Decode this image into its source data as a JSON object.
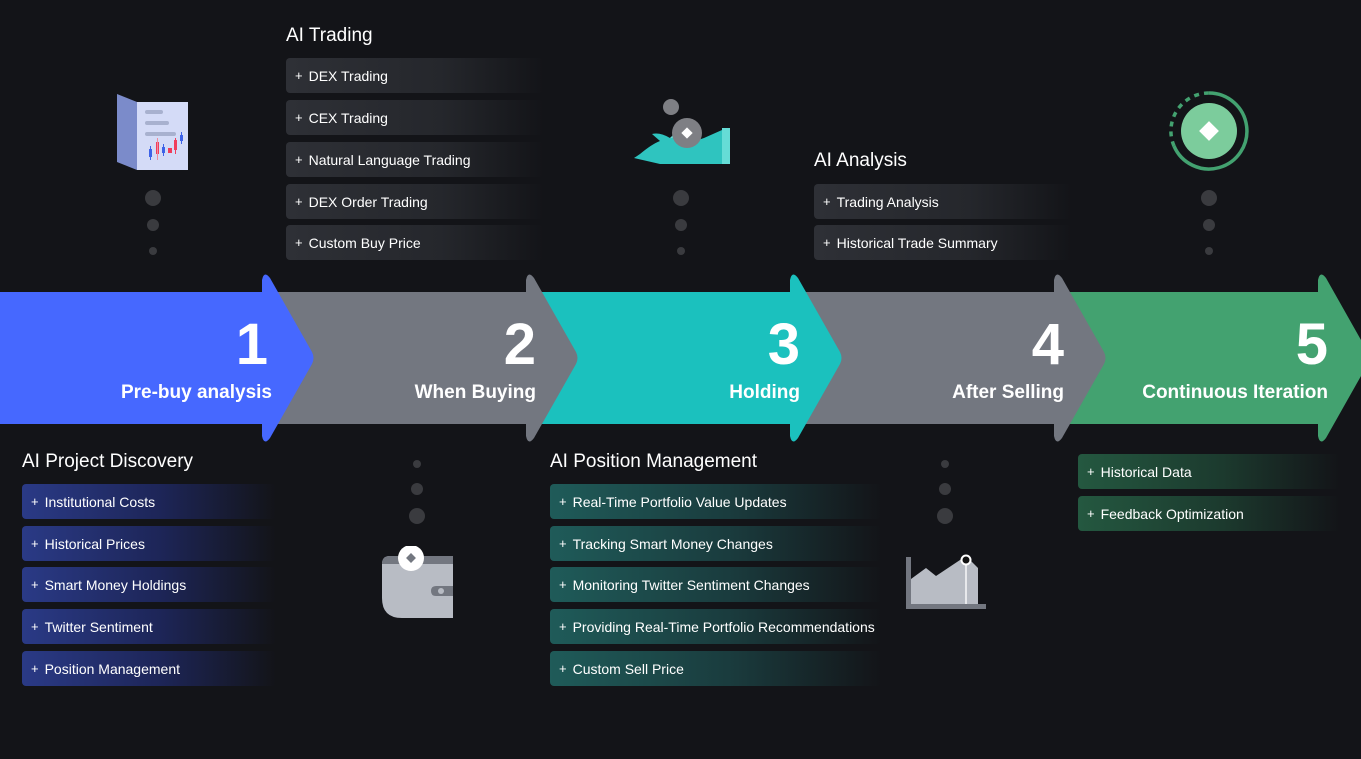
{
  "stages": [
    {
      "number": "1",
      "label": "Pre-buy analysis",
      "color": "#4668ff"
    },
    {
      "number": "2",
      "label": "When Buying",
      "color": "#737780"
    },
    {
      "number": "3",
      "label": "Holding",
      "color": "#1bc1be"
    },
    {
      "number": "4",
      "label": "After Selling",
      "color": "#737780"
    },
    {
      "number": "5",
      "label": "Continuous Iteration",
      "color": "#43a270"
    }
  ],
  "groups": {
    "ai_trading": {
      "title": "AI Trading",
      "items": [
        "DEX Trading",
        "CEX Trading",
        "Natural Language Trading",
        "DEX Order Trading",
        "Custom Buy Price"
      ]
    },
    "ai_analysis": {
      "title": "AI Analysis",
      "items": [
        "Trading Analysis",
        "Historical Trade Summary"
      ]
    },
    "ai_project_discovery": {
      "title": "AI Project Discovery",
      "items": [
        "Institutional Costs",
        "Historical Prices",
        "Smart Money Holdings",
        "Twitter Sentiment",
        "Position Management"
      ]
    },
    "ai_position_management": {
      "title": "AI Position Management",
      "items": [
        "Real-Time Portfolio Value Updates",
        "Tracking Smart Money Changes",
        "Monitoring Twitter Sentiment Changes",
        "Providing Real-Time Portfolio Recommendations",
        "Custom Sell Price"
      ]
    },
    "continuous": {
      "items": [
        "Historical Data",
        "Feedback Optimization"
      ]
    }
  },
  "item_prefix": "+",
  "icons": {
    "stage1": "document-chart-icon",
    "stage2": "wallet-coin-icon",
    "stage3": "hand-coin-icon",
    "stage4": "area-chart-icon",
    "stage5": "refresh-circle-icon"
  }
}
